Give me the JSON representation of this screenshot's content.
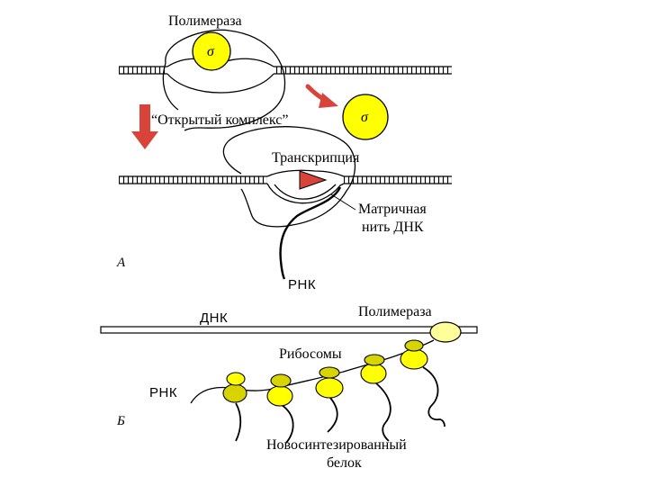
{
  "panel_a": {
    "letter": "А",
    "polymerase": "Полимераза",
    "sigma": "σ",
    "sigma_released": "σ",
    "open_complex": "“Открытый комплекс”",
    "transcription": "Транскрипция",
    "template_line1": "Матричная",
    "template_line2": "нить ДНК",
    "rna": "РНК"
  },
  "panel_b": {
    "letter": "Б",
    "dna": "ДНК",
    "polymerase": "Полимераза",
    "ribosomes": "Рибосомы",
    "rna": "РНК",
    "protein_line1": "Новосинтезированный",
    "protein_line2": "белок"
  },
  "colors": {
    "yellow": "#ffff00",
    "olive_yellow": "#d8d400",
    "pale_yellow": "#ffff99",
    "red_arrow": "#d9443a"
  }
}
